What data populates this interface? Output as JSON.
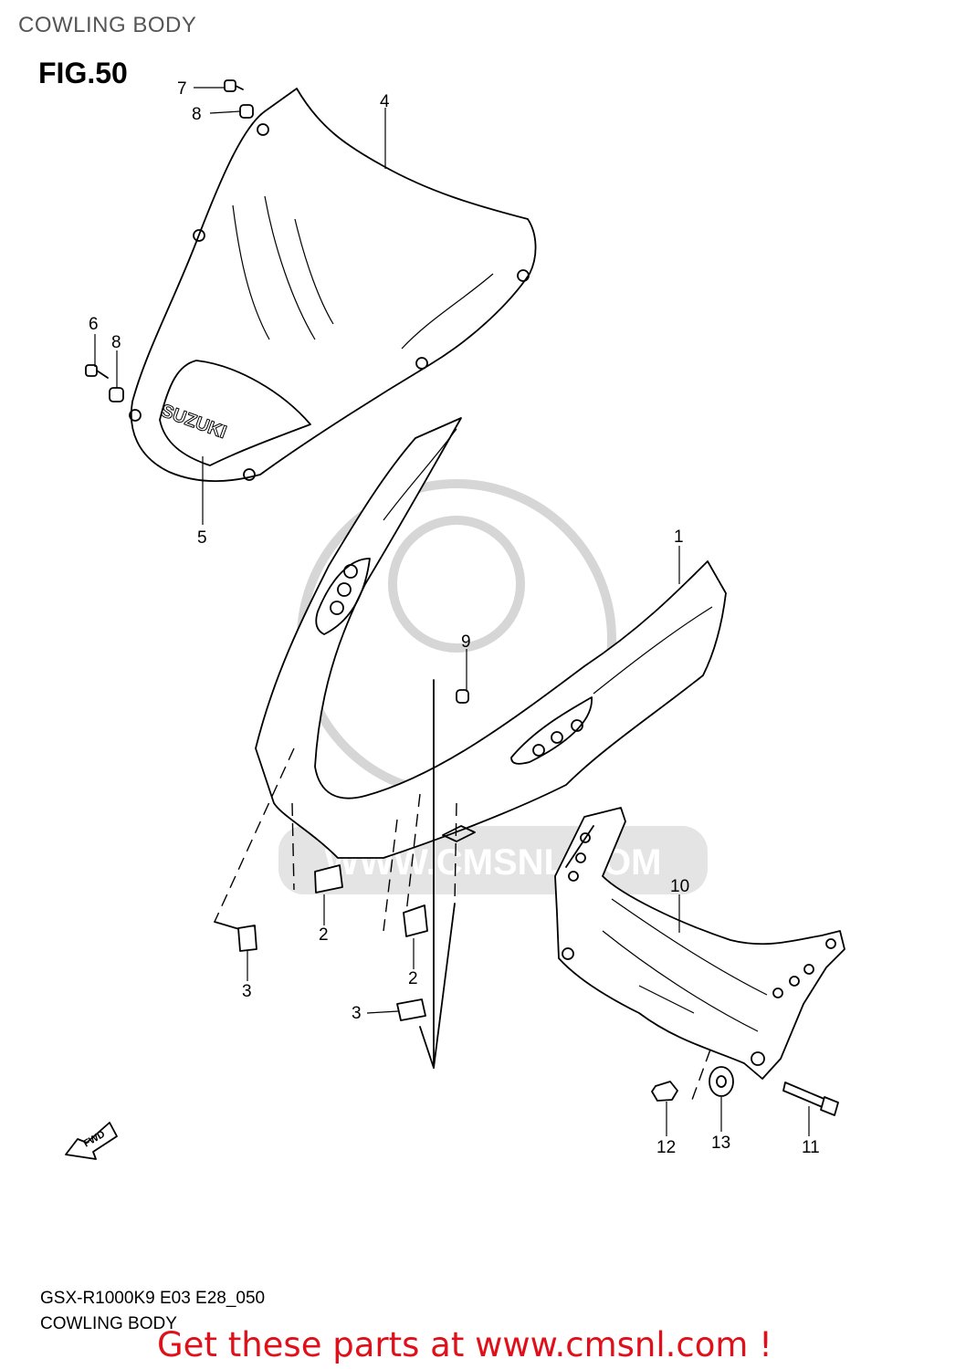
{
  "header": {
    "title": "COWLING BODY",
    "figure": "FIG.50"
  },
  "watermark": {
    "text": "WWW.CMSNL.COM"
  },
  "parts": {
    "windscreen_label": "SUZUKI",
    "fwd_label": "FWD"
  },
  "callouts": [
    {
      "id": "c7",
      "number": "7"
    },
    {
      "id": "c8a",
      "number": "8"
    },
    {
      "id": "c4",
      "number": "4"
    },
    {
      "id": "c6",
      "number": "6"
    },
    {
      "id": "c8b",
      "number": "8"
    },
    {
      "id": "c5",
      "number": "5"
    },
    {
      "id": "c1",
      "number": "1"
    },
    {
      "id": "c9",
      "number": "9"
    },
    {
      "id": "c10",
      "number": "10"
    },
    {
      "id": "c2a",
      "number": "2"
    },
    {
      "id": "c3a",
      "number": "3"
    },
    {
      "id": "c2b",
      "number": "2"
    },
    {
      "id": "c3b",
      "number": "3"
    },
    {
      "id": "c12",
      "number": "12"
    },
    {
      "id": "c13",
      "number": "13"
    },
    {
      "id": "c11",
      "number": "11"
    }
  ],
  "footer": {
    "model_code": "GSX-R1000K9 E03 E28_050",
    "section_name": "COWLING BODY",
    "promo": "Get these parts at www.cmsnl.com !"
  },
  "colors": {
    "promo": "#e0101a",
    "title": "#555555",
    "watermark": "#d6d6d6"
  }
}
